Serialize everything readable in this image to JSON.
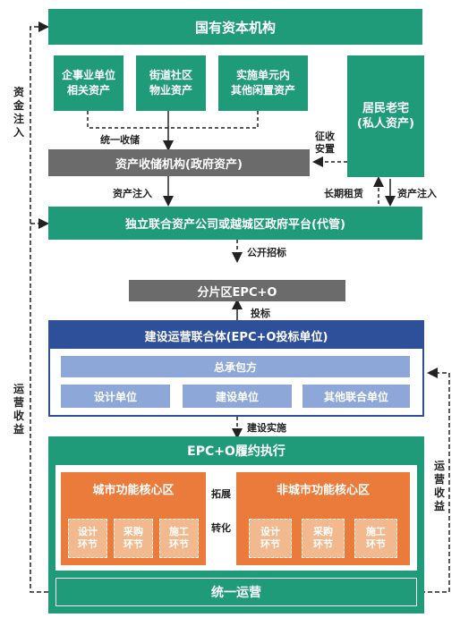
{
  "top": {
    "title": "国有资本机构"
  },
  "assets": [
    {
      "label": "企事业单位\n相关资产"
    },
    {
      "label": "街道社区\n物业资产"
    },
    {
      "label": "实施单元内\n其他闲置资产"
    }
  ],
  "resident": {
    "label": "居民老宅\n(私人资产)"
  },
  "storage": {
    "title": "资产收储机构(政府资产)"
  },
  "platform": {
    "title": "独立联合资产公司或越城区政府平台(代管)"
  },
  "zone": {
    "title": "分片区EPC+O"
  },
  "consortium": {
    "title": "建设运营联合体(EPC+O投标单位)",
    "general": "总承包方",
    "units": [
      "设计单位",
      "建设单位",
      "其他联合单位"
    ]
  },
  "execution": {
    "title": "EPC+O履约执行",
    "core": {
      "title": "城市功能核心区",
      "steps": [
        "设计\n环节",
        "采购\n环节",
        "施工\n环节"
      ]
    },
    "noncore": {
      "title": "非城市功能核心区",
      "steps": [
        "设计\n环节",
        "采购\n环节",
        "施工\n环节"
      ]
    },
    "link_top": "拓展",
    "link_bottom": "转化",
    "ops": "统一运营"
  },
  "labels": {
    "unified_storage": "统一收储",
    "expropriation": "征收\n安置",
    "asset_inject_1": "资产注入",
    "long_lease": "长期租赁",
    "asset_inject_2": "资产注入",
    "public_tender": "公开招标",
    "bid": "投标",
    "construction": "建设实施",
    "capital_injection": "资金注入",
    "ops_revenue_left": "运营收益",
    "ops_revenue_right": "运营收益"
  },
  "colors": {
    "green": "#1f9b7a",
    "gray": "#6b6b6b",
    "navy": "#2e4f9a",
    "light_blue": "#8da7d8",
    "orange": "#ea7b3a",
    "light_orange": "#f3b98e"
  }
}
